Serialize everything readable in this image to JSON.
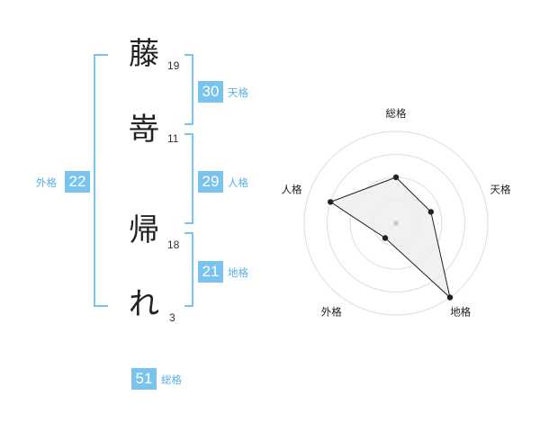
{
  "name": {
    "characters": [
      {
        "char": "藤",
        "strokes": "19"
      },
      {
        "char": "嵜",
        "strokes": "11"
      },
      {
        "char": "帰",
        "strokes": "18"
      },
      {
        "char": "れ",
        "strokes": "3"
      }
    ]
  },
  "scores": {
    "tenkaku": {
      "value": "30",
      "label": "天格"
    },
    "jinkaku": {
      "value": "29",
      "label": "人格"
    },
    "chikaku": {
      "value": "21",
      "label": "地格"
    },
    "gaikaku": {
      "value": "22",
      "label": "外格"
    },
    "soukaku": {
      "value": "51",
      "label": "総格"
    }
  },
  "chart_data": {
    "type": "radar",
    "axes": [
      "総格",
      "天格",
      "地格",
      "外格",
      "人格"
    ],
    "values": [
      0.5,
      0.4,
      1.0,
      0.2,
      0.75
    ],
    "rings": 4,
    "colors": {
      "accent": "#7ac3ef",
      "fill": "#eeeeee",
      "grid": "#dddddd",
      "line": "#222222"
    }
  }
}
